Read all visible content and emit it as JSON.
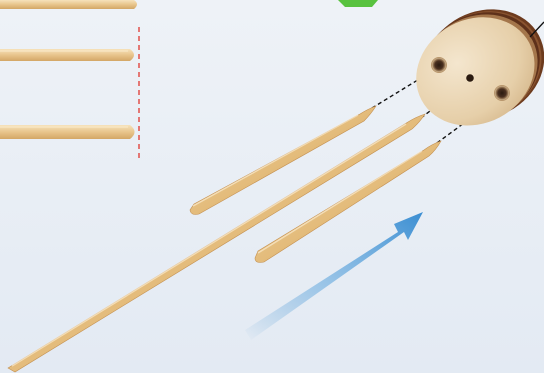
{
  "illustration": {
    "kind": "assembly-step",
    "icons": {
      "reference_sticks": "wooden-stick-icon",
      "cut_marks": "dashed-cut-line-icon",
      "sharpened_sticks": "sharpened-stick-icon",
      "disk": "wooden-disk-icon",
      "holes": "drill-hole-icon",
      "guides": "dashed-guide-line-icon",
      "direction": "insert-direction-arrow-icon"
    },
    "counts": {
      "reference_sticks": 3,
      "sharpened_sticks": 3,
      "disk_holes": 3
    },
    "colors": {
      "background": "#e8eef5",
      "wood_light": "#f1d7a6",
      "wood_mid": "#e3bc7d",
      "wood_dark": "#c99a58",
      "disk_face": "#ead6b6",
      "disk_rim": "#6d3b1e",
      "cut_line": "#e0443e",
      "guide_line": "#111111",
      "arrow": "#3d8fd0",
      "accent_green": "#58c23f"
    }
  }
}
